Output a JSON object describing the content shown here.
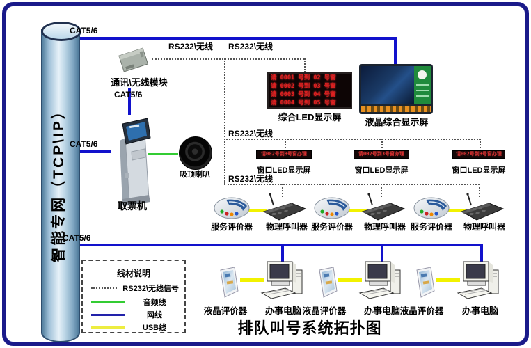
{
  "title": "排队叫号系统拓扑图",
  "backbone": {
    "label": "智能专网（TCP\\IP）"
  },
  "links": {
    "cat56": "CAT5/6",
    "rs232": "RS232\\无线"
  },
  "nodes": {
    "module": "通讯\\无线模块",
    "ticket_machine": "取票机",
    "ceiling_speaker": "吸顶喇叭",
    "main_led": "综合LED显示屏",
    "main_lcd": "液晶综合显示屏",
    "window_led": "窗口LED显示屏",
    "service_evaluator": "服务评价器",
    "physical_caller": "物理呼叫器",
    "lcd_evaluator": "液晶评价器",
    "office_computer": "办事电脑"
  },
  "main_led_lines": [
    "请 0001 号到 02 号窗",
    "请 0002 号到 03 号窗",
    "请 0003 号到 04 号窗",
    "请 0004 号到 05 号窗"
  ],
  "window_led_text": "请002号到3号窗办理",
  "legend": {
    "title": "线材说明",
    "items": [
      {
        "label": "RS232\\无线信号"
      },
      {
        "label": "音频线"
      },
      {
        "label": "网线"
      },
      {
        "label": "USB线"
      }
    ]
  },
  "colors": {
    "border": "#1a1a8a",
    "network_line": "#1212cc",
    "audio_line": "#33cc33",
    "usb_line": "#f2f200",
    "signal_line": "#555555",
    "led_red": "#e02020"
  }
}
